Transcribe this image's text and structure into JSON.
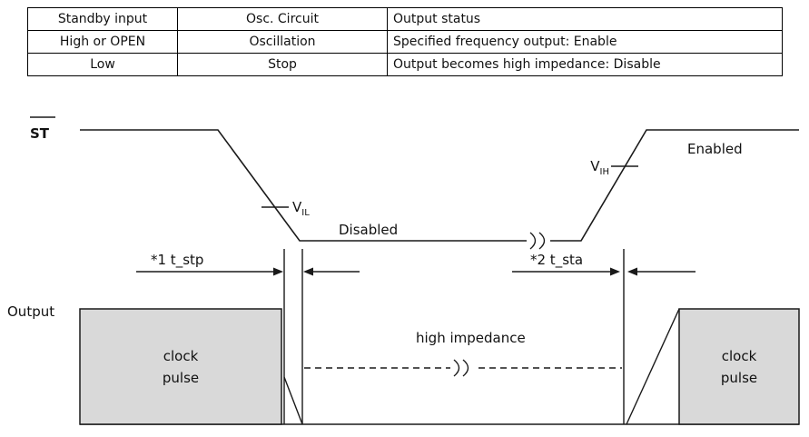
{
  "table": {
    "headers": [
      "Standby input",
      "Osc. Circuit",
      "Output status"
    ],
    "rows": [
      [
        "High or OPEN",
        "Oscillation",
        "Specified frequency output: Enable"
      ],
      [
        "Low",
        "Stop",
        "Output becomes high impedance: Disable"
      ]
    ]
  },
  "diagram": {
    "st_label": "ST",
    "output_label": "Output",
    "v_letter": "V",
    "vil_sub": "IL",
    "vih_sub": "IH",
    "disabled_label": "Disabled",
    "enabled_label": "Enabled",
    "t_stp_label": "*1 t_stp",
    "t_sta_label": "*2 t_sta",
    "high_impedance_label": "high impedance",
    "clock_pulse": [
      "clock",
      "pulse"
    ],
    "colors": {
      "line": "#1a1a1a",
      "pulse_fill": "#d9d9d9"
    }
  }
}
